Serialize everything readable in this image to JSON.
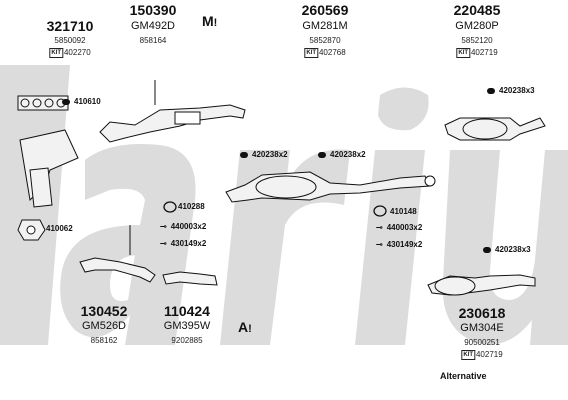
{
  "colors": {
    "watermark": "#dcdcdc",
    "ink": "#111111",
    "part": "#f2f2f2"
  },
  "icons": {
    "motor_oil": "oil-can-icon",
    "assembly": "wrench-icon",
    "kit": "kit-icon"
  },
  "parts": {
    "front_manifold": {
      "number": "321710",
      "code": "",
      "ref": "5850092",
      "kit": "402270"
    },
    "front_pipe": {
      "number": "150390",
      "code": "GM492D",
      "ref": "858164",
      "kit": ""
    },
    "middle_a": {
      "number": "260569",
      "code": "GM281M",
      "ref": "5852870",
      "kit": "402768"
    },
    "rear": {
      "number": "220485",
      "code": "GM280P",
      "ref": "5852120",
      "kit": "402719"
    },
    "front_b": {
      "number": "130452",
      "code": "GM526D",
      "ref": "858162",
      "kit": ""
    },
    "pipe_b": {
      "number": "110424",
      "code": "GM395W",
      "ref": "9202885",
      "kit": ""
    },
    "rear_b": {
      "number": "230618",
      "code": "GM304E",
      "ref": "90500251",
      "kit": "402719"
    }
  },
  "labels": {
    "gasket_top": "410610",
    "gasket_ring": "410062",
    "clamp_rear": "420238x3",
    "clamp_mid_a": "420238x2",
    "clamp_mid_b": "420238x2",
    "ring_a": "410288",
    "bolt_a": "440003x2",
    "spring_a": "430149x2",
    "ring_b": "410148",
    "bolt_b": "440003x2",
    "spring_b": "430149x2",
    "clamp_rear_b": "420238x3"
  },
  "footer": {
    "alternative": "Alternative"
  },
  "icon_text": {
    "motor": "M",
    "assembly": "A"
  }
}
